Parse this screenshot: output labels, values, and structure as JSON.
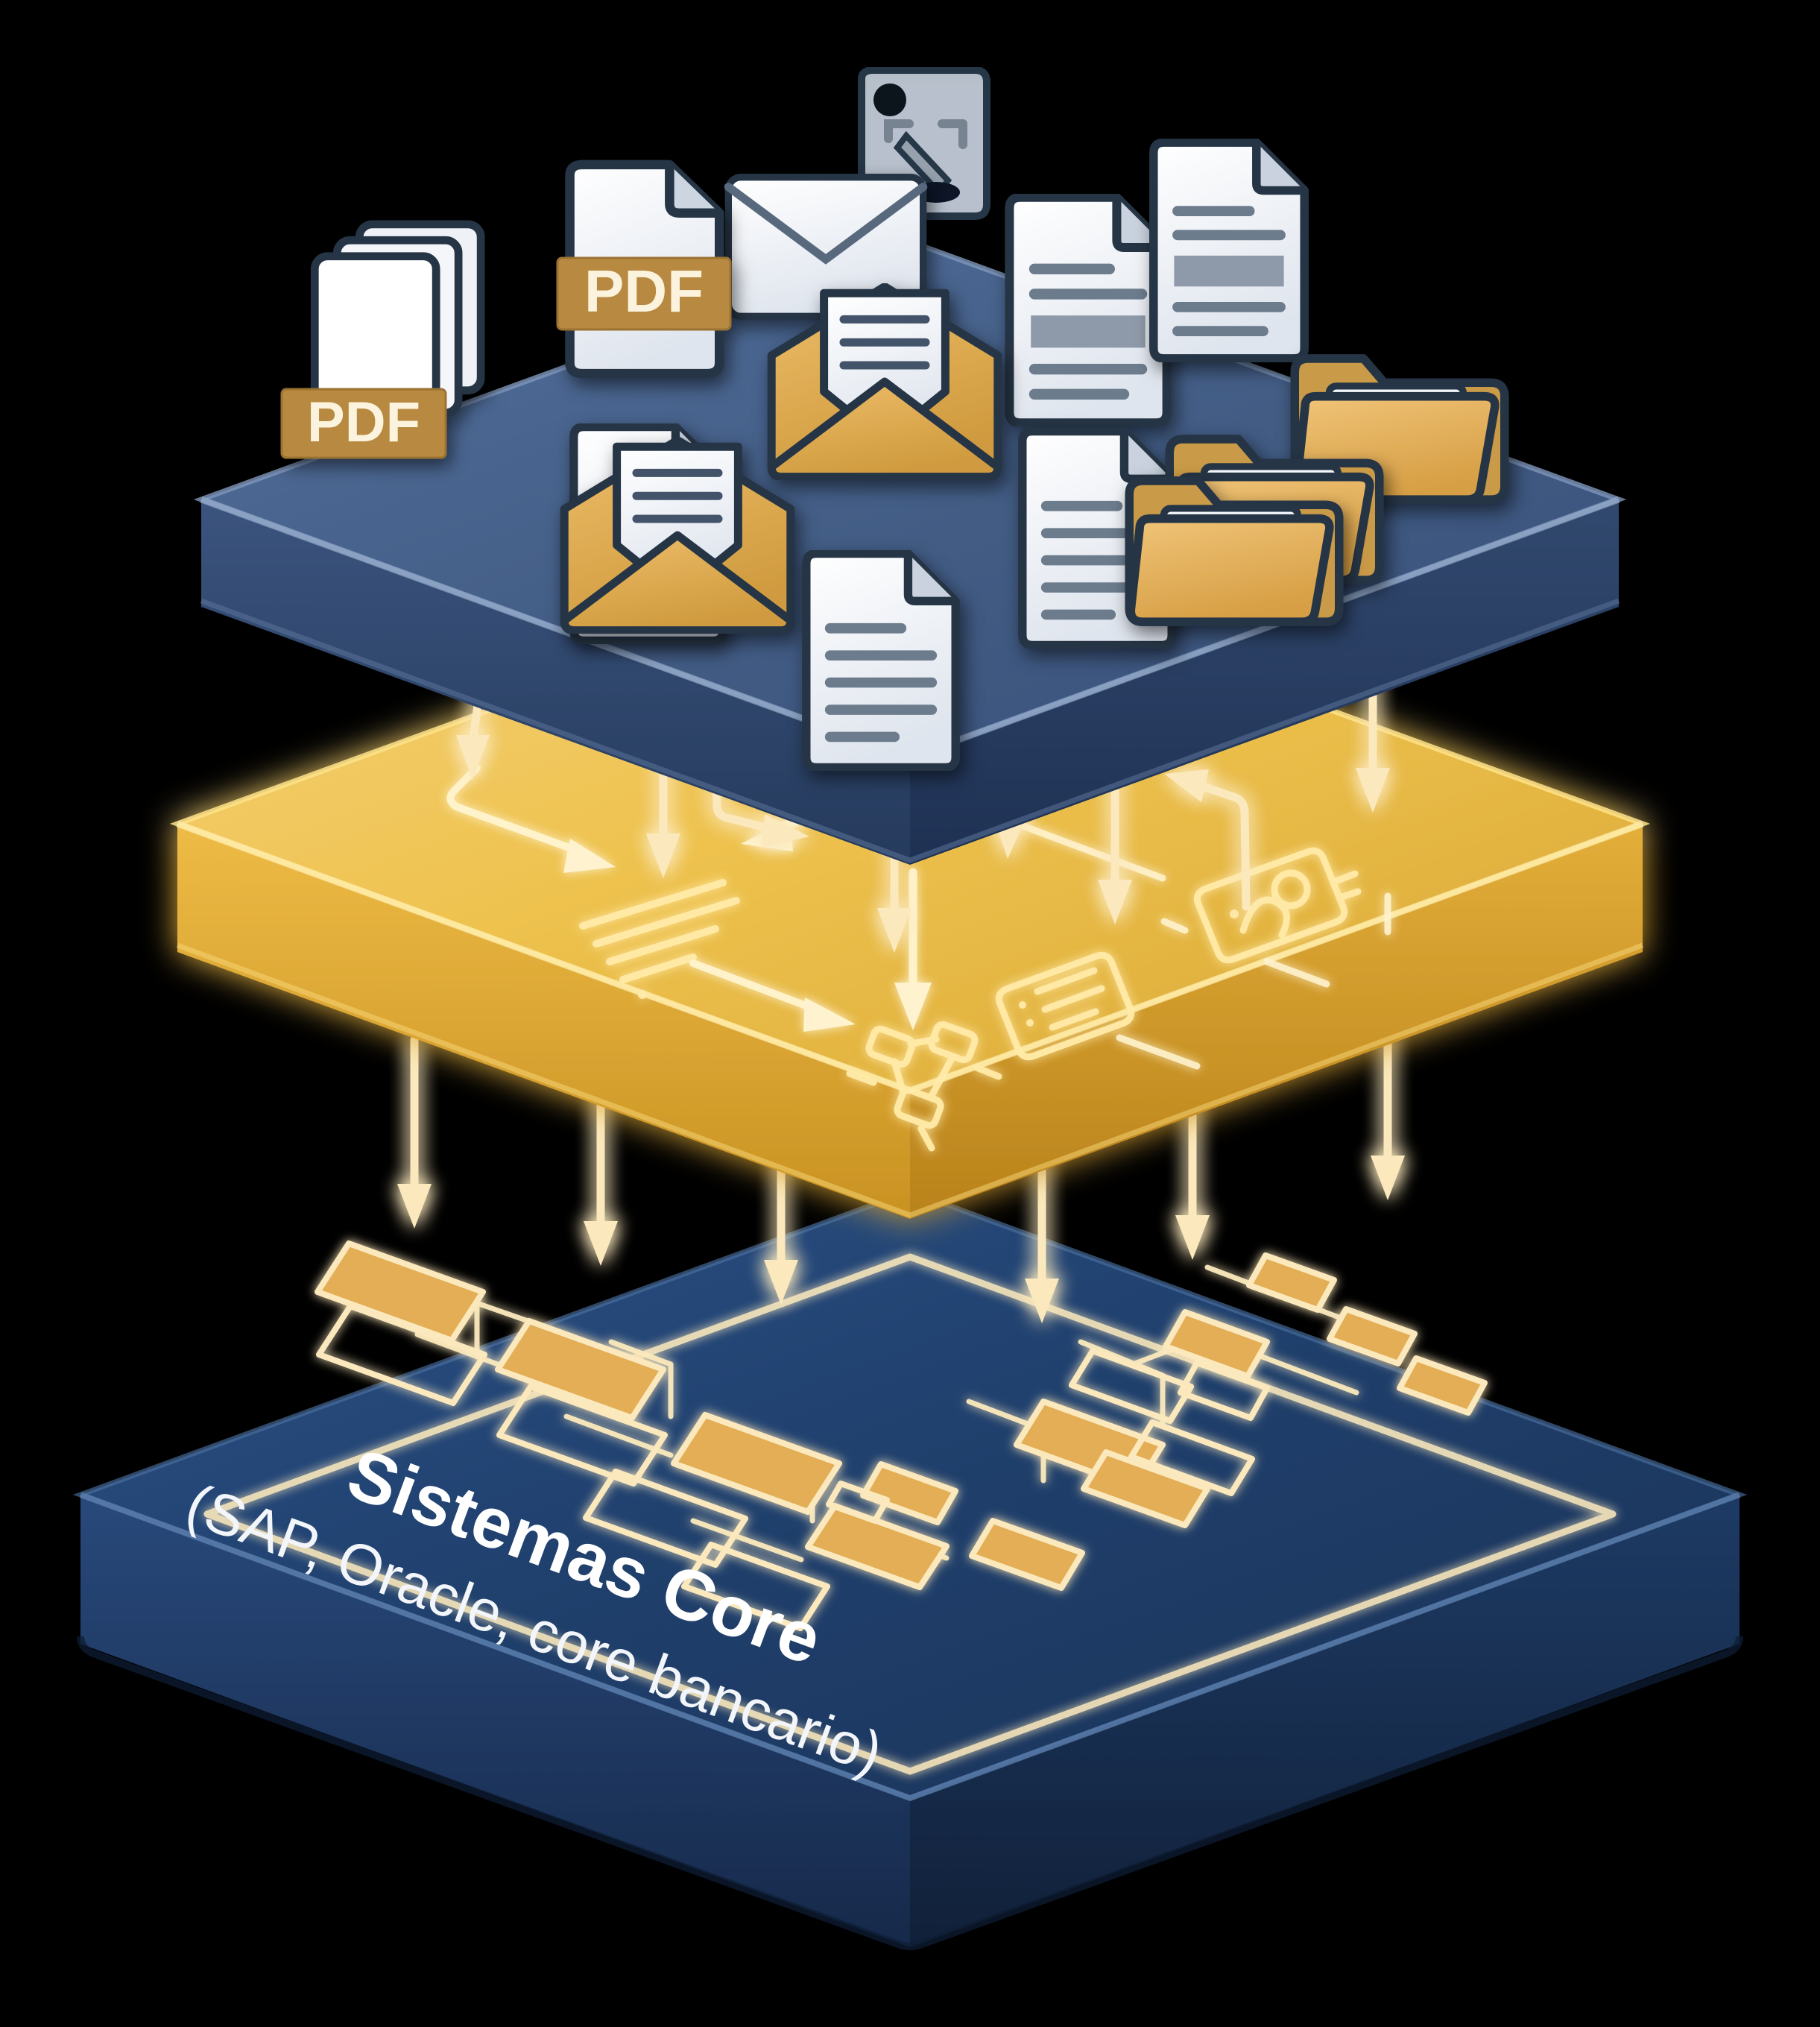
{
  "diagram": {
    "title_visible_text": "Sistemas Core",
    "subtitle_visible_text": "(SAP, Oracle, core bancario)",
    "style": "isometric exploded 3-layer stack",
    "background_color": "#000000"
  },
  "colors": {
    "top_slab_top": "#46608a",
    "top_slab_side": "#2c4163",
    "top_slab_edge_light": "#7f97bb",
    "middle_slab_top": "#efc24f",
    "middle_slab_side": "#c79320",
    "middle_slab_glow": "#ffe07a",
    "bottom_slab_top": "#1f3f6b",
    "bottom_slab_side": "#16294a",
    "bottom_slab_edge_light": "#3d5f92",
    "glow_line": "#fbe9bd",
    "node_fill": "#e3ae54",
    "paper_white": "#eef1f6",
    "paper_outline": "#263445",
    "folder_orange": "#e7b45f",
    "pdf_badge": "#b8893f",
    "pdf_text": "#fbf3dd",
    "envelope_orange": "#e0ae55",
    "text_line_gray": "#6c7c8d"
  },
  "layers": [
    {
      "id": "sources",
      "name": "document-sources-layer",
      "position": "top",
      "color": "#46608a",
      "label": "",
      "items": [
        {
          "icon": "pdf-stack-icon",
          "badge": "PDF"
        },
        {
          "icon": "pdf-document-icon",
          "badge": "PDF"
        },
        {
          "icon": "envelope-open-icon",
          "badge": ""
        },
        {
          "icon": "envelope-open-icon",
          "badge": ""
        },
        {
          "icon": "envelope-closed-icon",
          "badge": ""
        },
        {
          "icon": "scanner-device-icon",
          "badge": ""
        },
        {
          "icon": "text-document-icon",
          "badge": ""
        },
        {
          "icon": "text-document-icon",
          "badge": ""
        },
        {
          "icon": "text-document-icon",
          "badge": ""
        },
        {
          "icon": "text-document-icon",
          "badge": ""
        },
        {
          "icon": "report-document-icon",
          "badge": ""
        },
        {
          "icon": "folder-icon",
          "badge": ""
        },
        {
          "icon": "folder-icon",
          "badge": ""
        },
        {
          "icon": "folder-icon",
          "badge": ""
        }
      ]
    },
    {
      "id": "processing",
      "name": "processing-layer",
      "position": "middle",
      "color": "#efc24f",
      "label": "",
      "items": [
        {
          "icon": "text-lines-icon"
        },
        {
          "icon": "document-card-icon"
        },
        {
          "icon": "id-card-icon"
        },
        {
          "icon": "node-graph-icon"
        }
      ]
    },
    {
      "id": "core",
      "name": "core-systems-layer",
      "position": "bottom",
      "color": "#1f3f6b",
      "label": "Sistemas Core",
      "sublabel": "(SAP, Oracle, core bancario)",
      "items": [
        {
          "icon": "schema-node"
        },
        {
          "icon": "schema-node"
        },
        {
          "icon": "schema-node"
        },
        {
          "icon": "schema-node"
        },
        {
          "icon": "schema-node"
        },
        {
          "icon": "schema-node"
        },
        {
          "icon": "schema-node"
        },
        {
          "icon": "schema-node"
        },
        {
          "icon": "schema-node"
        },
        {
          "icon": "schema-node"
        },
        {
          "icon": "schema-node"
        },
        {
          "icon": "schema-node"
        },
        {
          "icon": "schema-node"
        },
        {
          "icon": "schema-node"
        },
        {
          "icon": "schema-node"
        },
        {
          "icon": "schema-node"
        },
        {
          "icon": "schema-node"
        },
        {
          "icon": "schema-node"
        }
      ]
    }
  ],
  "badges": {
    "pdf_label_1": "PDF",
    "pdf_label_2": "PDF"
  },
  "flows": {
    "top_to_middle_arrow_count": 8,
    "middle_to_bottom_arrow_count": 6,
    "arrow_color": "#fbe9bd"
  }
}
